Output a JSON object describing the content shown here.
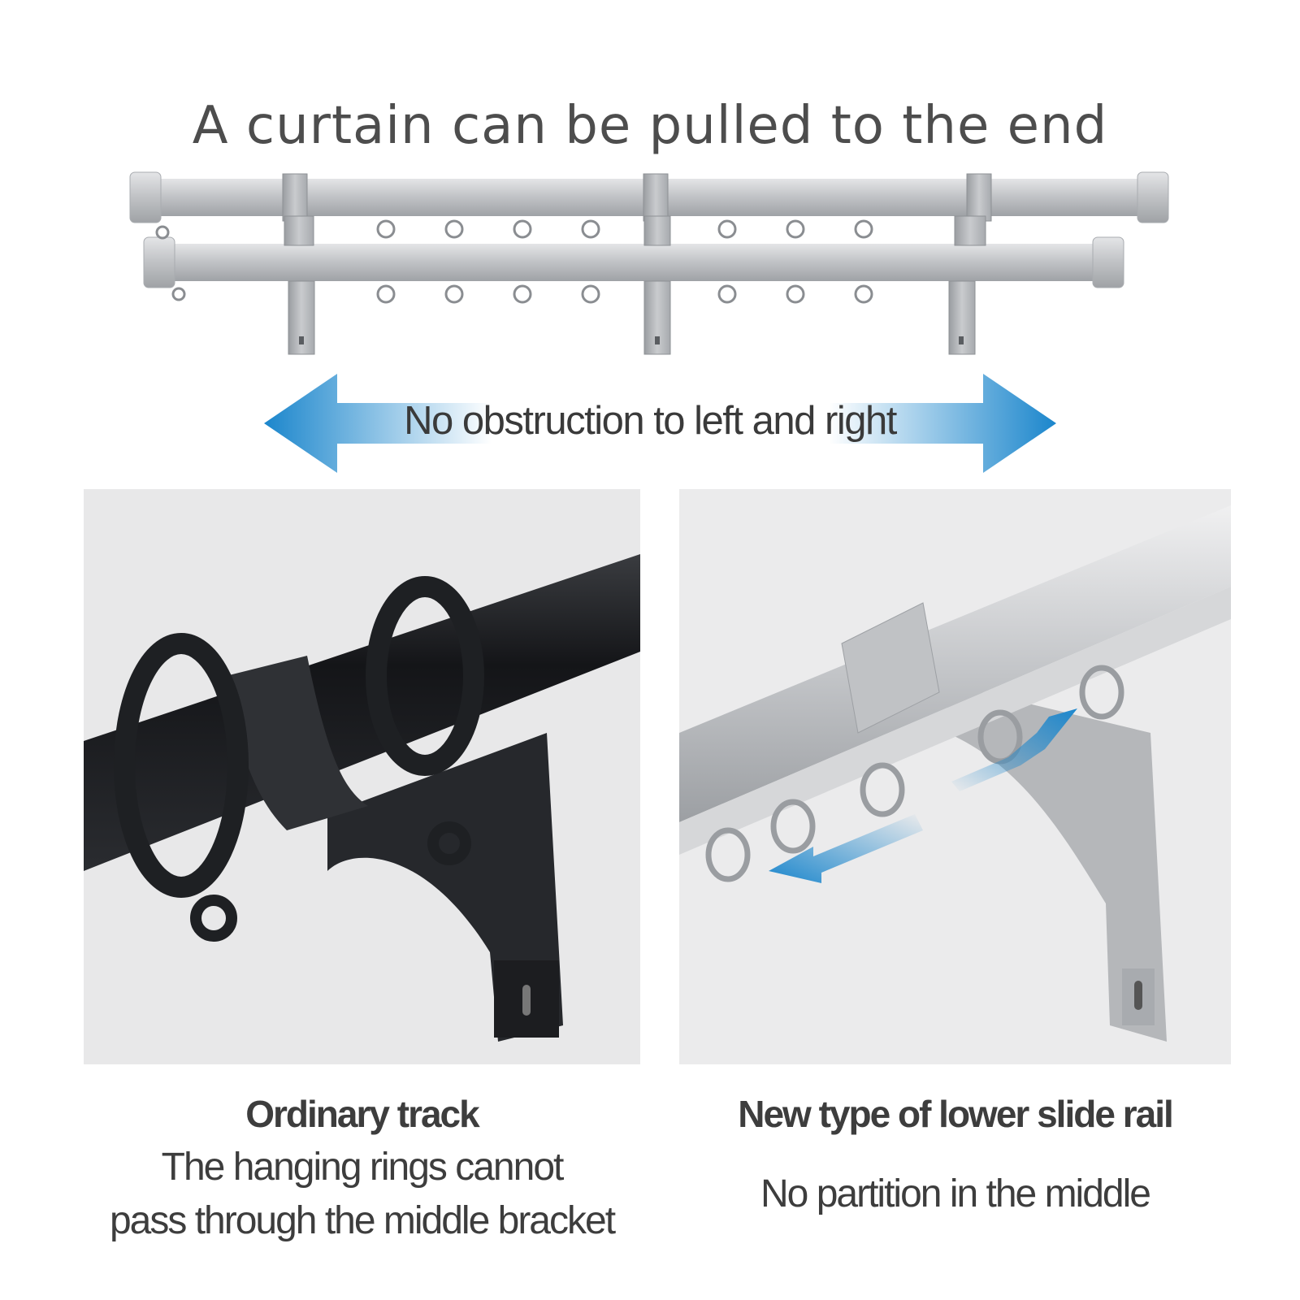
{
  "headline": "A curtain can be pulled to the end",
  "arrow_caption": "No obstruction to left and right",
  "left_panel": {
    "title": "Ordinary track",
    "description_line1": "The hanging rings cannot",
    "description_line2": "pass through the middle bracket"
  },
  "right_panel": {
    "title": "New type of lower slide rail",
    "description": "No partition in the middle"
  },
  "colors": {
    "text": "#4d4d4d",
    "arrow_blue": "#1e90d6",
    "silver": "#b9bbbf",
    "black_rod": "#1f2124",
    "panel_bg": "#e8e8e9"
  },
  "icons": {
    "arrow": "left-right-arrow-icon",
    "direction": "slide-direction-arrow-icon"
  }
}
